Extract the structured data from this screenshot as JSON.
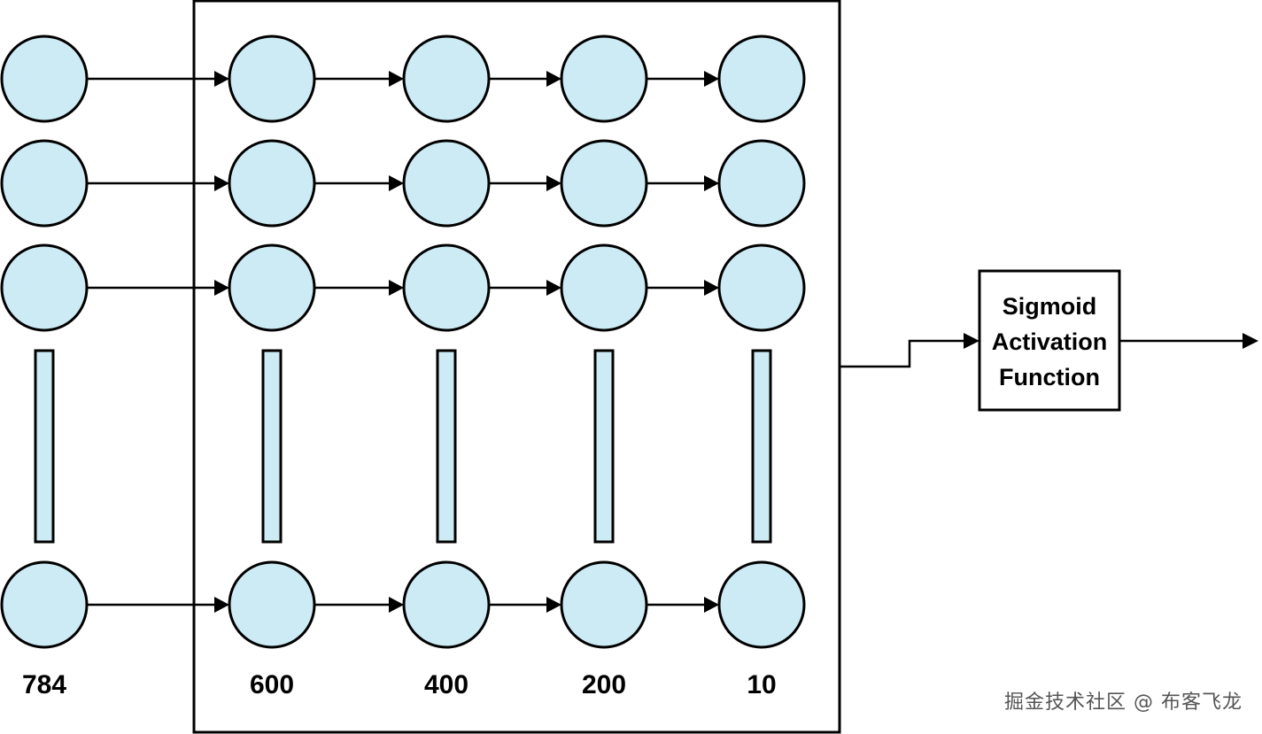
{
  "layers": [
    {
      "size": "784"
    },
    {
      "size": "600"
    },
    {
      "size": "400"
    },
    {
      "size": "200"
    },
    {
      "size": "10"
    }
  ],
  "activation": {
    "lines": [
      "Sigmoid",
      "Activation",
      "Function"
    ]
  },
  "watermark": "掘金技术社区 @ 布客飞龙",
  "colors": {
    "node_fill": "#cdebf4",
    "stroke": "#000000"
  }
}
